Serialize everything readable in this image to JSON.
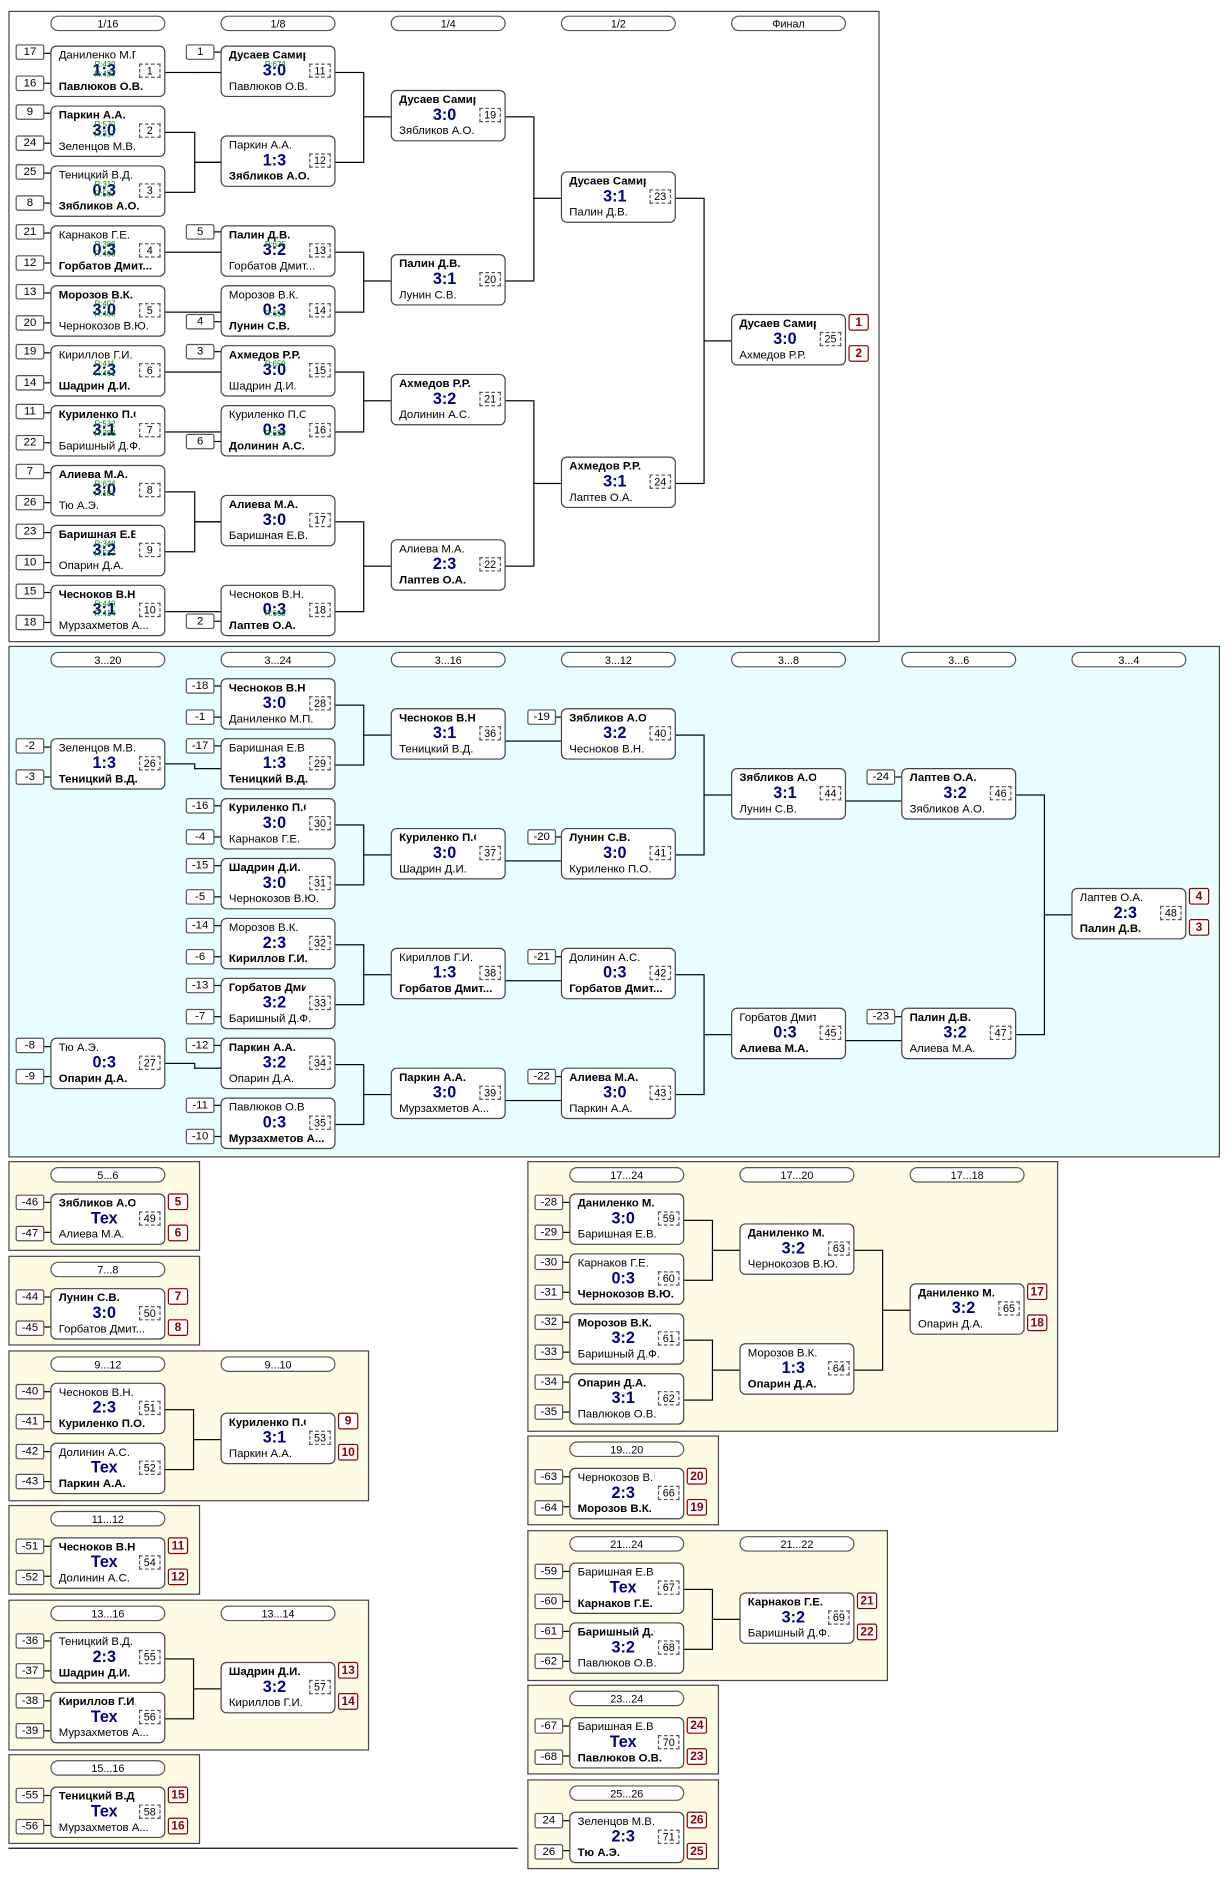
{
  "main_bracket": {
    "rounds": [
      "1/16",
      "1/8",
      "1/4",
      "1/2",
      "Финал"
    ],
    "matches": [
      {
        "id": "m1",
        "num": "1",
        "p1": "Даниленко М.П.",
        "p2": "Павлюков О.В.",
        "score": "1:3",
        "winner": 2,
        "r1": "R:430",
        "r2": "R:433"
      },
      {
        "id": "m2",
        "num": "2",
        "p1": "Паркин А.А.",
        "p2": "Зеленцов М.В.",
        "score": "3:0",
        "winner": 1,
        "r1": "R:570",
        "r2": "R:317"
      },
      {
        "id": "m3",
        "num": "3",
        "p1": "Теницкий В.Д.",
        "p2": "Зябликов А.О.",
        "score": "0:3",
        "winner": 2,
        "r1": "R:312",
        "r2": "R:587"
      },
      {
        "id": "m4",
        "num": "4",
        "p1": "Карнаков Г.Е.",
        "p2": "Горбатов Дмит...",
        "score": "0:3",
        "winner": 2,
        "r1": "R:388",
        "r2": "R:408"
      },
      {
        "id": "m5",
        "num": "5",
        "p1": "Морозов В.К.",
        "p2": "Чернокозов В.Ю.",
        "score": "3:0",
        "winner": 1,
        "r1": "R:407",
        "r2": "R:400"
      },
      {
        "id": "m6",
        "num": "6",
        "p1": "Кириллов Г.И.",
        "p2": "Шадрин Д.И.",
        "score": "2:3",
        "winner": 2,
        "r1": "R:411",
        "r2": "R:461"
      },
      {
        "id": "m7",
        "num": "7",
        "p1": "Куриленко П.О.",
        "p2": "Баришный Д.Ф.",
        "score": "3:1",
        "winner": 1,
        "r1": "R:532",
        "r2": "R:388"
      },
      {
        "id": "m8",
        "num": "8",
        "p1": "Алиева М.А.",
        "p2": "Тю А.Э.",
        "score": "3:0",
        "winner": 1,
        "r1": "R:624",
        "r2": "R:181"
      },
      {
        "id": "m9",
        "num": "9",
        "p1": "Баришная Е.В.",
        "p2": "Опарин Д.А.",
        "score": "3:2",
        "winner": 1,
        "r1": "R:348",
        "r2": "R:537"
      },
      {
        "id": "m10",
        "num": "10",
        "p1": "Чесноков В.Н.",
        "p2": "Мурзахметов А...",
        "score": "3:1",
        "winner": 1,
        "r1": "R:449",
        "r2": "R:414"
      },
      {
        "id": "m11",
        "num": "11",
        "p1": "Дусаев Самир",
        "p2": "Павлюков О.В.",
        "score": "3:0",
        "winner": 1,
        "r1": "R:674",
        "r2": ""
      },
      {
        "id": "m12",
        "num": "12",
        "p1": "Паркин А.А.",
        "p2": "Зябликов А.О.",
        "score": "1:3",
        "winner": 2,
        "r1": "",
        "r2": ""
      },
      {
        "id": "m13",
        "num": "13",
        "p1": "Палин Д.В.",
        "p2": "Горбатов Дмит...",
        "score": "3:2",
        "winner": 1,
        "r1": "R:635",
        "r2": ""
      },
      {
        "id": "m14",
        "num": "14",
        "p1": "Морозов В.К.",
        "p2": "Лунин С.В.",
        "score": "0:3",
        "winner": 2,
        "r1": "",
        "r2": "R:656"
      },
      {
        "id": "m15",
        "num": "15",
        "p1": "Ахмедов Р.Р.",
        "p2": "Шадрин Д.И.",
        "score": "3:0",
        "winner": 1,
        "r1": "R:659",
        "r2": ""
      },
      {
        "id": "m16",
        "num": "16",
        "p1": "Куриленко П.О.",
        "p2": "Долинин А.С.",
        "score": "0:3",
        "winner": 2,
        "r1": "",
        "r2": "R:630"
      },
      {
        "id": "m17",
        "num": "17",
        "p1": "Алиева М.А.",
        "p2": "Баришная Е.В.",
        "score": "3:0",
        "winner": 1,
        "r1": "",
        "r2": ""
      },
      {
        "id": "m18",
        "num": "18",
        "p1": "Чесноков В.Н.",
        "p2": "Лаптев О.А.",
        "score": "0:3",
        "winner": 2,
        "r1": "",
        "r2": "R:660"
      },
      {
        "id": "m19",
        "num": "19",
        "p1": "Дусаев Самир",
        "p2": "Зябликов А.О.",
        "score": "3:0",
        "winner": 1
      },
      {
        "id": "m20",
        "num": "20",
        "p1": "Палин Д.В.",
        "p2": "Лунин С.В.",
        "score": "3:1",
        "winner": 1
      },
      {
        "id": "m21",
        "num": "21",
        "p1": "Ахмедов Р.Р.",
        "p2": "Долинин А.С.",
        "score": "3:2",
        "winner": 1
      },
      {
        "id": "m22",
        "num": "22",
        "p1": "Алиева М.А.",
        "p2": "Лаптев О.А.",
        "score": "2:3",
        "winner": 2
      },
      {
        "id": "m23",
        "num": "23",
        "p1": "Дусаев Самир",
        "p2": "Палин Д.В.",
        "score": "3:1",
        "winner": 1
      },
      {
        "id": "m24",
        "num": "24",
        "p1": "Ахмедов Р.Р.",
        "p2": "Лаптев О.А.",
        "score": "3:1",
        "winner": 1
      },
      {
        "id": "m25",
        "num": "25",
        "p1": "Дусаев Самир",
        "p2": "Ахмедов Р.Р.",
        "score": "3:0",
        "winner": 1
      }
    ],
    "seeds": [
      "17",
      "16",
      "9",
      "24",
      "25",
      "8",
      "21",
      "12",
      "13",
      "20",
      "19",
      "14",
      "11",
      "22",
      "7",
      "26",
      "23",
      "10",
      "15",
      "18",
      "1",
      "5",
      "4",
      "3",
      "6",
      "2"
    ],
    "places": [
      "1",
      "2"
    ]
  },
  "consolation_bracket": {
    "rounds": [
      "3...20",
      "3...24",
      "3...16",
      "3...12",
      "3...8",
      "3...6",
      "3...4"
    ],
    "matches": [
      {
        "id": "m26",
        "num": "26",
        "p1": "Зеленцов М.В.",
        "p2": "Теницкий В.Д.",
        "score": "1:3",
        "winner": 2
      },
      {
        "id": "m27",
        "num": "27",
        "p1": "Тю А.Э.",
        "p2": "Опарин Д.А.",
        "score": "0:3",
        "winner": 2
      },
      {
        "id": "m28",
        "num": "28",
        "p1": "Чесноков В.Н.",
        "p2": "Даниленко М.П.",
        "score": "3:0",
        "winner": 1
      },
      {
        "id": "m29",
        "num": "29",
        "p1": "Баришная Е.В.",
        "p2": "Теницкий В.Д.",
        "score": "1:3",
        "winner": 2
      },
      {
        "id": "m30",
        "num": "30",
        "p1": "Куриленко П.О.",
        "p2": "Карнаков Г.Е.",
        "score": "3:0",
        "winner": 1
      },
      {
        "id": "m31",
        "num": "31",
        "p1": "Шадрин Д.И.",
        "p2": "Чернокозов В.Ю.",
        "score": "3:0",
        "winner": 1
      },
      {
        "id": "m32",
        "num": "32",
        "p1": "Морозов В.К.",
        "p2": "Кириллов Г.И.",
        "score": "2:3",
        "winner": 2
      },
      {
        "id": "m33",
        "num": "33",
        "p1": "Горбатов Дмит...",
        "p2": "Баришный Д.Ф.",
        "score": "3:2",
        "winner": 1
      },
      {
        "id": "m34",
        "num": "34",
        "p1": "Паркин А.А.",
        "p2": "Опарин Д.А.",
        "score": "3:2",
        "winner": 1
      },
      {
        "id": "m35",
        "num": "35",
        "p1": "Павлюков О.В.",
        "p2": "Мурзахметов А...",
        "score": "0:3",
        "winner": 2
      },
      {
        "id": "m36",
        "num": "36",
        "p1": "Чесноков В.Н.",
        "p2": "Теницкий В.Д.",
        "score": "3:1",
        "winner": 1
      },
      {
        "id": "m37",
        "num": "37",
        "p1": "Куриленко П.О.",
        "p2": "Шадрин Д.И.",
        "score": "3:0",
        "winner": 1
      },
      {
        "id": "m38",
        "num": "38",
        "p1": "Кириллов Г.И.",
        "p2": "Горбатов Дмит...",
        "score": "1:3",
        "winner": 2
      },
      {
        "id": "m39",
        "num": "39",
        "p1": "Паркин А.А.",
        "p2": "Мурзахметов А...",
        "score": "3:0",
        "winner": 1
      },
      {
        "id": "m40",
        "num": "40",
        "p1": "Зябликов А.О.",
        "p2": "Чесноков В.Н.",
        "score": "3:2",
        "winner": 1
      },
      {
        "id": "m41",
        "num": "41",
        "p1": "Лунин С.В.",
        "p2": "Куриленко П.О.",
        "score": "3:0",
        "winner": 1
      },
      {
        "id": "m42",
        "num": "42",
        "p1": "Долинин А.С.",
        "p2": "Горбатов Дмит...",
        "score": "0:3",
        "winner": 2
      },
      {
        "id": "m43",
        "num": "43",
        "p1": "Алиева М.А.",
        "p2": "Паркин А.А.",
        "score": "3:0",
        "winner": 1
      },
      {
        "id": "m44",
        "num": "44",
        "p1": "Зябликов А.О.",
        "p2": "Лунин С.В.",
        "score": "3:1",
        "winner": 1
      },
      {
        "id": "m45",
        "num": "45",
        "p1": "Горбатов Дмит...",
        "p2": "Алиева М.А.",
        "score": "0:3",
        "winner": 2
      },
      {
        "id": "m46",
        "num": "46",
        "p1": "Лаптев О.А.",
        "p2": "Зябликов А.О.",
        "score": "3:2",
        "winner": 1
      },
      {
        "id": "m47",
        "num": "47",
        "p1": "Палин Д.В.",
        "p2": "Алиева М.А.",
        "score": "3:2",
        "winner": 1
      },
      {
        "id": "m48",
        "num": "48",
        "p1": "Лаптев О.А.",
        "p2": "Палин Д.В.",
        "score": "2:3",
        "winner": 2
      }
    ],
    "seeds": [
      "-2",
      "-3",
      "-8",
      "-9",
      "-18",
      "-1",
      "-17",
      "-16",
      "-4",
      "-15",
      "-5",
      "-14",
      "-6",
      "-13",
      "-7",
      "-12",
      "-11",
      "-10",
      "-19",
      "-20",
      "-21",
      "-22",
      "-24",
      "-23"
    ],
    "places": [
      "4",
      "3"
    ]
  },
  "left_panels": [
    {
      "id": "p56",
      "round": "5...6",
      "matches": [
        {
          "num": "49",
          "p1": "Зябликов А.О.",
          "p2": "Алиева М.А.",
          "score": "Тех",
          "winner": 1
        }
      ],
      "seeds": [
        "-46",
        "-47"
      ],
      "places": [
        "5",
        "6"
      ]
    },
    {
      "id": "p78",
      "round": "7...8",
      "matches": [
        {
          "num": "50",
          "p1": "Лунин С.В.",
          "p2": "Горбатов Дмит...",
          "score": "3:0",
          "winner": 1
        }
      ],
      "seeds": [
        "-44",
        "-45"
      ],
      "places": [
        "7",
        "8"
      ]
    },
    {
      "id": "p912",
      "rounds": [
        "9...12",
        "9...10"
      ],
      "matches": [
        {
          "num": "51",
          "p1": "Чесноков В.Н.",
          "p2": "Куриленко П.О.",
          "score": "2:3",
          "winner": 2
        },
        {
          "num": "52",
          "p1": "Долинин А.С.",
          "p2": "Паркин А.А.",
          "score": "Тех",
          "winner": 2
        },
        {
          "num": "53",
          "p1": "Куриленко П.О.",
          "p2": "Паркин А.А.",
          "score": "3:1",
          "winner": 1
        }
      ],
      "seeds": [
        "-40",
        "-41",
        "-42",
        "-43"
      ],
      "places": [
        "9",
        "10"
      ]
    },
    {
      "id": "p1112",
      "round": "11...12",
      "matches": [
        {
          "num": "54",
          "p1": "Чесноков В.Н.",
          "p2": "Долинин А.С.",
          "score": "Тех",
          "winner": 1
        }
      ],
      "seeds": [
        "-51",
        "-52"
      ],
      "places": [
        "11",
        "12"
      ]
    },
    {
      "id": "p1316",
      "rounds": [
        "13...16",
        "13...14"
      ],
      "matches": [
        {
          "num": "55",
          "p1": "Теницкий В.Д.",
          "p2": "Шадрин Д.И.",
          "score": "2:3",
          "winner": 2
        },
        {
          "num": "56",
          "p1": "Кириллов Г.И.",
          "p2": "Мурзахметов А...",
          "score": "Тех",
          "winner": 1
        },
        {
          "num": "57",
          "p1": "Шадрин Д.И.",
          "p2": "Кириллов Г.И.",
          "score": "3:2",
          "winner": 1
        }
      ],
      "seeds": [
        "-36",
        "-37",
        "-38",
        "-39"
      ],
      "places": [
        "13",
        "14"
      ]
    },
    {
      "id": "p1516",
      "round": "15...16",
      "matches": [
        {
          "num": "58",
          "p1": "Теницкий В.Д.",
          "p2": "Мурзахметов А...",
          "score": "Тех",
          "winner": 1
        }
      ],
      "seeds": [
        "-55",
        "-56"
      ],
      "places": [
        "15",
        "16"
      ]
    }
  ],
  "right_panels": [
    {
      "id": "p1724",
      "rounds": [
        "17...24",
        "17...20",
        "17...18"
      ],
      "matches": [
        {
          "num": "59",
          "p1": "Даниленко М.П.",
          "p2": "Баришная Е.В.",
          "score": "3:0",
          "winner": 1
        },
        {
          "num": "60",
          "p1": "Карнаков Г.Е.",
          "p2": "Чернокозов В.Ю.",
          "score": "0:3",
          "winner": 2
        },
        {
          "num": "61",
          "p1": "Морозов В.К.",
          "p2": "Баришный Д.Ф.",
          "score": "3:2",
          "winner": 1
        },
        {
          "num": "62",
          "p1": "Опарин Д.А.",
          "p2": "Павлюков О.В.",
          "score": "3:1",
          "winner": 1
        },
        {
          "num": "63",
          "p1": "Даниленко М.П.",
          "p2": "Чернокозов В.Ю.",
          "score": "3:2",
          "winner": 1
        },
        {
          "num": "64",
          "p1": "Морозов В.К.",
          "p2": "Опарин Д.А.",
          "score": "1:3",
          "winner": 2
        },
        {
          "num": "65",
          "p1": "Даниленко М.П.",
          "p2": "Опарин Д.А.",
          "score": "3:2",
          "winner": 1
        }
      ],
      "seeds": [
        "-28",
        "-29",
        "-30",
        "-31",
        "-32",
        "-33",
        "-34",
        "-35"
      ],
      "places": [
        "17",
        "18"
      ]
    },
    {
      "id": "p1920",
      "round": "19...20",
      "matches": [
        {
          "num": "66",
          "p1": "Чернокозов В.Ю.",
          "p2": "Морозов В.К.",
          "score": "2:3",
          "winner": 2
        }
      ],
      "seeds": [
        "-63",
        "-64"
      ],
      "places": [
        "20",
        "19"
      ]
    },
    {
      "id": "p2124",
      "rounds": [
        "21...24",
        "21...22"
      ],
      "matches": [
        {
          "num": "67",
          "p1": "Баришная Е.В.",
          "p2": "Карнаков Г.Е.",
          "score": "Тех",
          "winner": 2
        },
        {
          "num": "68",
          "p1": "Баришный Д.Ф.",
          "p2": "Павлюков О.В.",
          "score": "3:2",
          "winner": 1
        },
        {
          "num": "69",
          "p1": "Карнаков Г.Е.",
          "p2": "Баришный Д.Ф.",
          "score": "3:2",
          "winner": 1
        }
      ],
      "seeds": [
        "-59",
        "-60",
        "-61",
        "-62"
      ],
      "places": [
        "21",
        "22"
      ]
    },
    {
      "id": "p2324",
      "round": "23...24",
      "matches": [
        {
          "num": "70",
          "p1": "Баришная Е.В.",
          "p2": "Павлюков О.В.",
          "score": "Тех",
          "winner": 2
        }
      ],
      "seeds": [
        "-67",
        "-68"
      ],
      "places": [
        "24",
        "23"
      ]
    },
    {
      "id": "p2526",
      "round": "25...26",
      "matches": [
        {
          "num": "71",
          "p1": "Зеленцов М.В.",
          "p2": "Тю А.Э.",
          "score": "2:3",
          "winner": 2
        }
      ],
      "seeds": [
        "24",
        "26"
      ],
      "places": [
        "26",
        "25"
      ]
    }
  ],
  "colors": {
    "score": "#00008b",
    "rating": "#008000",
    "place": "#8b0000",
    "cyan_panel": "#e8fdfd",
    "yellow_panel": "#fffce6"
  }
}
